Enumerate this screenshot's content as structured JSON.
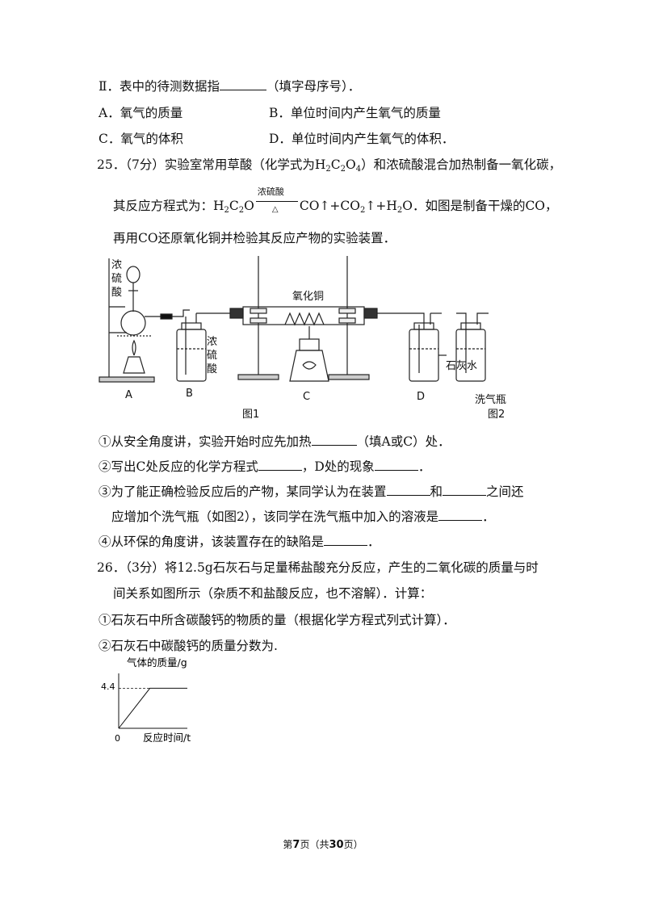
{
  "q24": {
    "part2_a": "Ⅱ．表中的待测数据指",
    "part2_b": "（填字母序号）．",
    "optA": "A．氧气的质量",
    "optB": "B．单位时间内产生氧气的质量",
    "optC": "C．氧气的体积",
    "optD": "D．单位时间内产生氧气的体积．"
  },
  "q25": {
    "header": "25．（7分）实验室常用草酸（化学式为",
    "formula_h2c2o4_a": "H",
    "formula_h2c2o4_b": "2",
    "formula_h2c2o4_c": "C",
    "formula_h2c2o4_d": "2",
    "formula_h2c2o4_e": "O",
    "formula_h2c2o4_f": "4",
    "header_tail": "）和浓硫酸混合加热制备一氧化碳，",
    "eq_lead": "其反应方程式为：H",
    "eq_sub2": "2",
    "eq_c2o": "C",
    "eq_sub2b": "2",
    "eq_o": "O",
    "eq_cond_top": "浓硫酸",
    "eq_cond_bottom": "△",
    "eq_products": "CO↑+CO",
    "eq_sub2c": "2",
    "eq_tail": "↑+H",
    "eq_sub2d": "2",
    "eq_tail2": "O．如图是制备干燥的CO，",
    "line3": "再用CO还原氧化铜并检验其反应产物的实验装置．",
    "fig": {
      "label_conc_acid_top": [
        "浓",
        "硫",
        "酸"
      ],
      "label_conc_acid_b": [
        "浓",
        "硫",
        "酸"
      ],
      "label_cuo": "氧化铜",
      "label_limewater": "石灰水",
      "label_wash_bottle": "洗气瓶",
      "label_A": "A",
      "label_B": "B",
      "label_C": "C",
      "label_D": "D",
      "fig1": "图1",
      "fig2": "图2"
    },
    "s1_a": "①从安全角度讲，实验开始时应先加热",
    "s1_b": "（填A或C）处．",
    "s2_a": "②写出C处反应的化学方程式",
    "s2_b": "，D处的现象",
    "s2_c": "．",
    "s3_a": "③为了能正确检验反应后的产物，某同学认为在装置",
    "s3_b": "和",
    "s3_c": "之间还",
    "s3_d": "应增加个洗气瓶（如图2），该同学在洗气瓶中加入的溶液是",
    "s3_e": "．",
    "s4_a": "④从环保的角度讲，该装置存在的缺陷是",
    "s4_b": "．"
  },
  "q26": {
    "l1": "26．（3分）将12.5g石灰石与足量稀盐酸充分反应，产生的二氧化碳的质量与时",
    "l2": "间关系如图所示（杂质不和盐酸反应，也不溶解）．计算：",
    "l3": "①石灰石中所含碳酸钙的物质的量（根据化学方程式列式计算）．",
    "l4": "②石灰石中碳酸钙的质量分数为."
  },
  "chart_data": {
    "type": "line",
    "ylabel": "气体的质量/g",
    "xlabel": "反应时间/t",
    "origin_label": "0",
    "y_tick_label": "4.4",
    "series": [
      {
        "x": [
          0,
          1,
          2.2
        ],
        "y": [
          0,
          4.4,
          4.4
        ]
      }
    ],
    "xlim": [
      0,
      2.2
    ],
    "ylim": [
      0,
      5.5
    ],
    "grid": false
  },
  "footer": {
    "a": "第",
    "page": "7",
    "b": "页（共",
    "total": "30",
    "c": "页）"
  }
}
